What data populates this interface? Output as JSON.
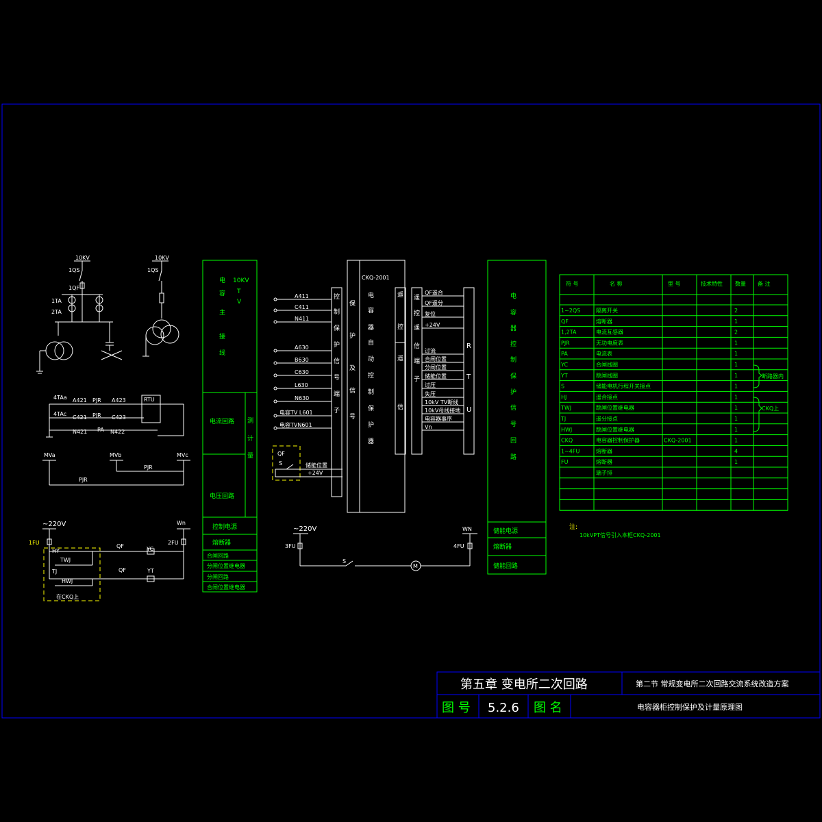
{
  "colors": {
    "background": "#000000",
    "frame": "#0000ff",
    "green": "#00ff00",
    "white": "#ffffff",
    "yellow": "#ffff00"
  },
  "single_line": {
    "left_bus": "10KV",
    "left_qs": "1QS",
    "left_qf": "1QF",
    "left_ta1": "1TA",
    "left_ta2": "2TA",
    "right_bus": "10KV",
    "right_qs": "1QS"
  },
  "current_circuit": {
    "ta_a": "4TAa",
    "ta_c": "4TAc",
    "a421": "A421",
    "pjr1": "PJR",
    "a423": "A423",
    "c421": "C421",
    "pjr2": "PJR",
    "c423": "C423",
    "n421": "N421",
    "pa": "PA",
    "n422": "N422",
    "rtu": "RTU"
  },
  "voltage_circuit": {
    "mva": "MVa",
    "mvb": "MVb",
    "mvc": "MVc",
    "pjr_top": "PJR",
    "pjr_bottom": "PJR"
  },
  "control_circuit": {
    "supply": "~220V",
    "wn": "Wn",
    "fu1": "1FU",
    "fu2": "2FU",
    "hy": "HY",
    "twj": "TWJ",
    "tj": "TJ",
    "hwj": "HWJ",
    "qf1": "QF",
    "yc": "YC",
    "qf2": "QF",
    "yt": "YT",
    "on_ckq": "在CKQ上"
  },
  "left_strip": {
    "top_chars": [
      "电",
      "容",
      "主",
      "接",
      "线"
    ],
    "top_right_chars": [
      "10KV",
      "T",
      "V"
    ],
    "current_loop": "电流回路",
    "voltage_loop": "电压回路",
    "measure_chars": [
      "测",
      "计",
      "量"
    ],
    "bottom": [
      "控制电源",
      "熔断器",
      "合闸回路",
      "分闸位置继电器",
      "分闸回路",
      "合闸位置继电器"
    ]
  },
  "terminal_inputs": [
    "A411",
    "C411",
    "N411",
    "A630",
    "B630",
    "C630",
    "L630",
    "N630",
    "电容TV L601",
    "电容TVN601"
  ],
  "strip_chars": {
    "col1": [
      "控",
      "制",
      "保",
      "护",
      "信",
      "号",
      "端",
      "子"
    ],
    "col2": [
      "保",
      "护",
      "及",
      "信",
      "号"
    ],
    "col3": [
      "电",
      "容",
      "器",
      "自",
      "动",
      "控",
      "制",
      "保",
      "护",
      "器"
    ],
    "col4_top": [
      "遥",
      "控"
    ],
    "col4_bottom": [
      "遥",
      "信"
    ],
    "col5": [
      "遥",
      "控",
      "遥",
      "信",
      "端",
      "子"
    ],
    "rtu": [
      "R",
      "T",
      "U"
    ]
  },
  "ckq": {
    "model": "CKQ-2001",
    "qf": "QF",
    "s": "S",
    "storage_pos": "储能位置",
    "v24": "+24V"
  },
  "signals": [
    "QF遥合",
    "QF遥分",
    "复位",
    "+24V",
    "过流",
    "合闸位置",
    "分闸位置",
    "储能位置",
    "过压",
    "失压",
    "10kV TV断线",
    "10kV母线接地",
    "电容器事序",
    "Vn"
  ],
  "right_strip": {
    "chars": [
      "电",
      "容",
      "器",
      "控",
      "制",
      "保",
      "护",
      "信",
      "号",
      "回",
      "路"
    ],
    "bottom": [
      "储能电源",
      "熔断器",
      "储能回路"
    ]
  },
  "motor_circuit": {
    "supply": "~220V",
    "wn": "WN",
    "fu3": "3FU",
    "fu4": "4FU",
    "s": "S",
    "m": "M"
  },
  "table": {
    "headers": [
      "符 号",
      "名  称",
      "型 号",
      "技术特性",
      "数量",
      "备 注"
    ],
    "rows": [
      [
        "1~2QS",
        "隔离开关",
        "",
        "",
        "2",
        ""
      ],
      [
        "QF",
        "熔断器",
        "",
        "",
        "1",
        ""
      ],
      [
        "1,2TA",
        "电流互感器",
        "",
        "",
        "2",
        ""
      ],
      [
        "PJR",
        "无功电度表",
        "",
        "",
        "1",
        ""
      ],
      [
        "PA",
        "电流表",
        "",
        "",
        "1",
        ""
      ],
      [
        "YC",
        "合闸线圈",
        "",
        "",
        "1",
        ""
      ],
      [
        "YT",
        "跳闸线圈",
        "",
        "",
        "1",
        ""
      ],
      [
        "S",
        "储能电机行程开关接点",
        "",
        "",
        "1",
        ""
      ],
      [
        "HJ",
        "遥合接点",
        "",
        "",
        "1",
        ""
      ],
      [
        "TWJ",
        "跳闸位置继电器",
        "",
        "",
        "1",
        ""
      ],
      [
        "TJ",
        "遥分接点",
        "",
        "",
        "1",
        ""
      ],
      [
        "HWJ",
        "跳闸位置继电器",
        "",
        "",
        "1",
        ""
      ],
      [
        "CKQ",
        "电容器控制保护器",
        "CKQ-2001",
        "",
        "1",
        ""
      ],
      [
        "1~4FU",
        "熔断器",
        "",
        "",
        "4",
        ""
      ],
      [
        "FU",
        "熔断器",
        "",
        "",
        "1",
        ""
      ],
      [
        "",
        "端子排",
        "",
        "",
        "",
        ""
      ],
      [
        "",
        "",
        "",
        "",
        "",
        ""
      ],
      [
        "",
        "",
        "",
        "",
        "",
        ""
      ],
      [
        "",
        "",
        "",
        "",
        "",
        ""
      ]
    ],
    "brace_labels": [
      "断路器内",
      "CKQ上"
    ]
  },
  "note": {
    "title": "注:",
    "text": "10kVPT信号引入本柜CKQ-2001"
  },
  "title_block": {
    "chapter": "第五章 变电所二次回路",
    "section": "第二节 常规变电所二次回路交流系统改造方案",
    "fig_label": "图 号",
    "fig_number": "5.2.6",
    "name_label": "图 名",
    "fig_name": "电容器柜控制保护及计量原理图"
  }
}
